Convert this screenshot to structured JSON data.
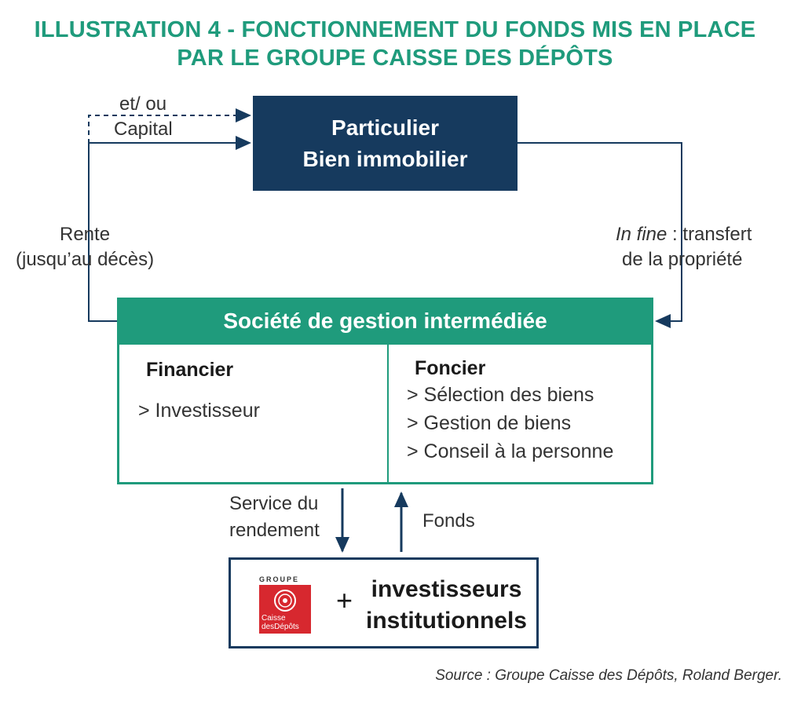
{
  "title": {
    "line1": "ILLUSTRATION 4 - FONCTIONNEMENT DU FONDS MIS EN PLACE",
    "line2": "PAR LE GROUPE CAISSE DES DÉPÔTS"
  },
  "labels": {
    "etou": "et/ ou",
    "capital": "Capital",
    "rente": "Rente",
    "jusquau": "(jusqu’au décès)",
    "infine_italic": "In fine",
    "infine_rest": " : transfert",
    "propriete": "de la propriété",
    "service_line1": "Service du",
    "service_line2": "rendement",
    "fonds": "Fonds"
  },
  "particulier": {
    "line1": "Particulier",
    "line2": "Bien immobilier"
  },
  "societe": {
    "header": "Société de gestion intermédiée",
    "financier": {
      "title": "Financier",
      "items": [
        "> Investisseur"
      ]
    },
    "foncier": {
      "title": "Foncier",
      "items": [
        "> Sélection des biens",
        "> Gestion de biens",
        "> Conseil à la personne"
      ]
    }
  },
  "investisseurs": {
    "logo_top": "GROUPE",
    "logo_line1": "Caisse",
    "logo_line2": "desDépôts",
    "plus": "+",
    "line1": "investisseurs",
    "line2": "institutionnels"
  },
  "source": "Source : Groupe Caisse des Dépôts, Roland Berger.",
  "colors": {
    "green": "#1f9b7c",
    "navy": "#163a5e",
    "red": "#d7282f"
  }
}
